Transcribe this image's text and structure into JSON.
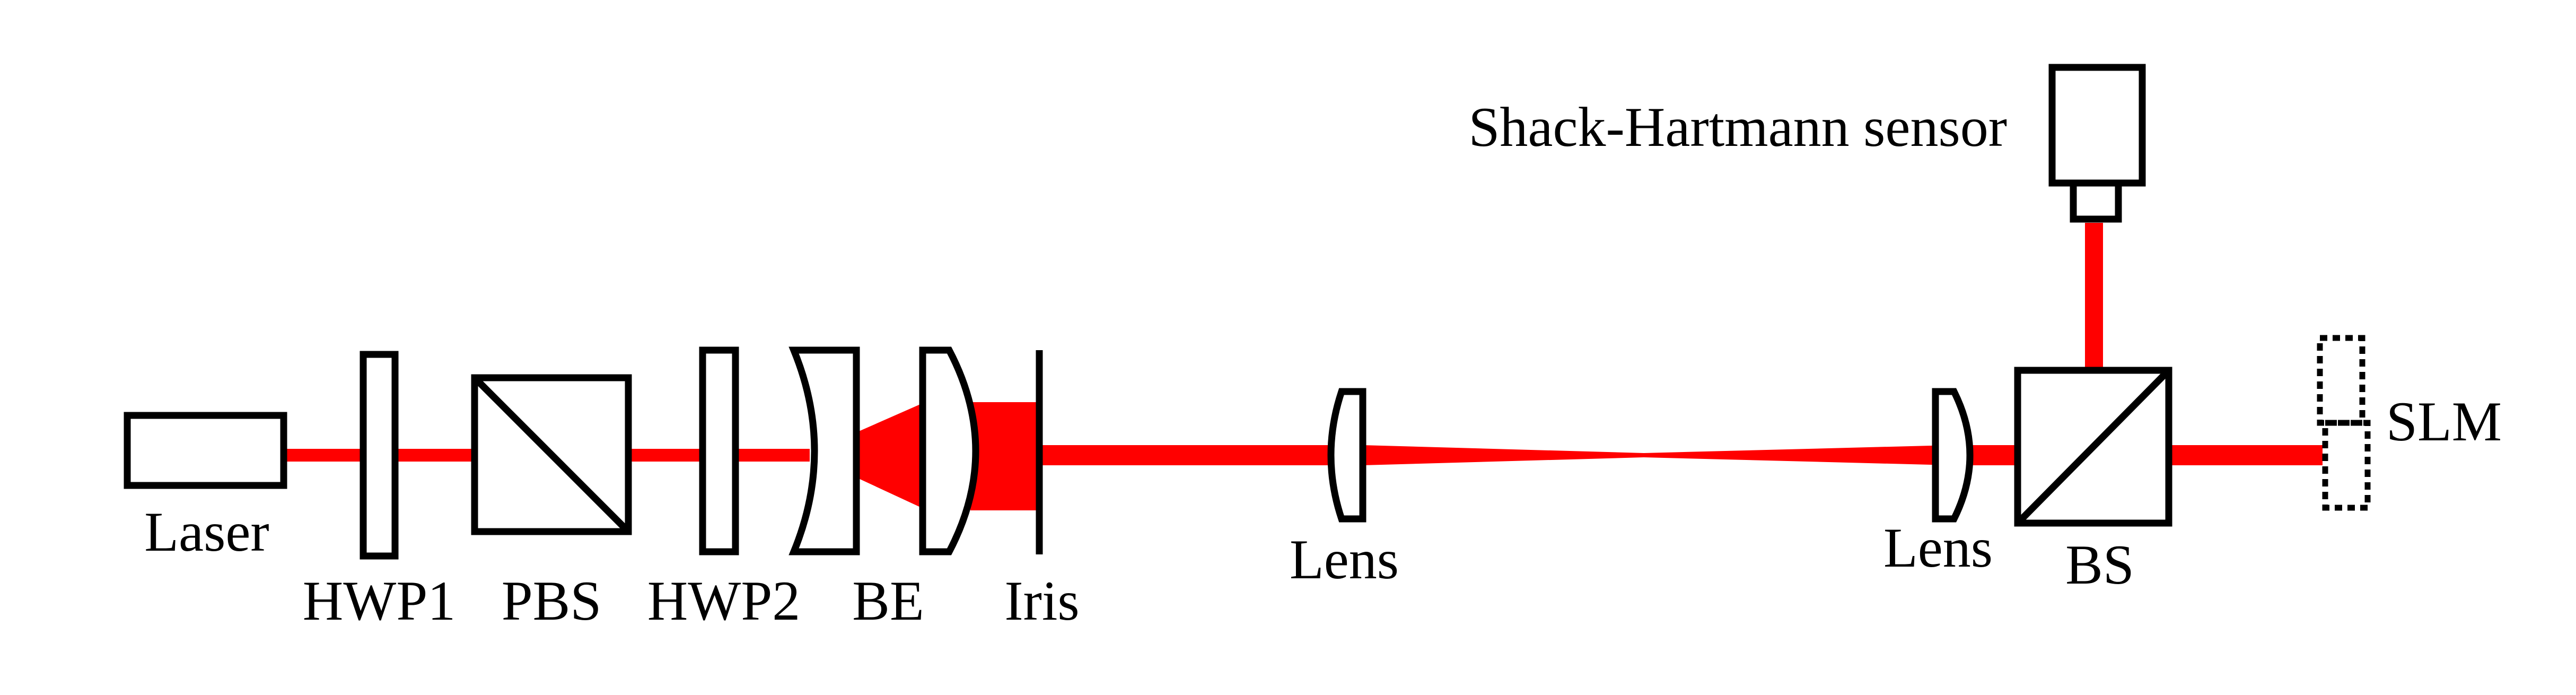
{
  "colors": {
    "beam": "#ff0000",
    "outline": "#000000",
    "background": "#ffffff"
  },
  "labels": {
    "laser": "Laser",
    "hwp1": "HWP1",
    "pbs": "PBS",
    "hwp2": "HWP2",
    "be": "BE",
    "iris": "Iris",
    "lens1": "Lens",
    "lens2": "Lens",
    "bs": "BS",
    "slm": "SLM",
    "sensor": "Shack-Hartmann sensor"
  }
}
